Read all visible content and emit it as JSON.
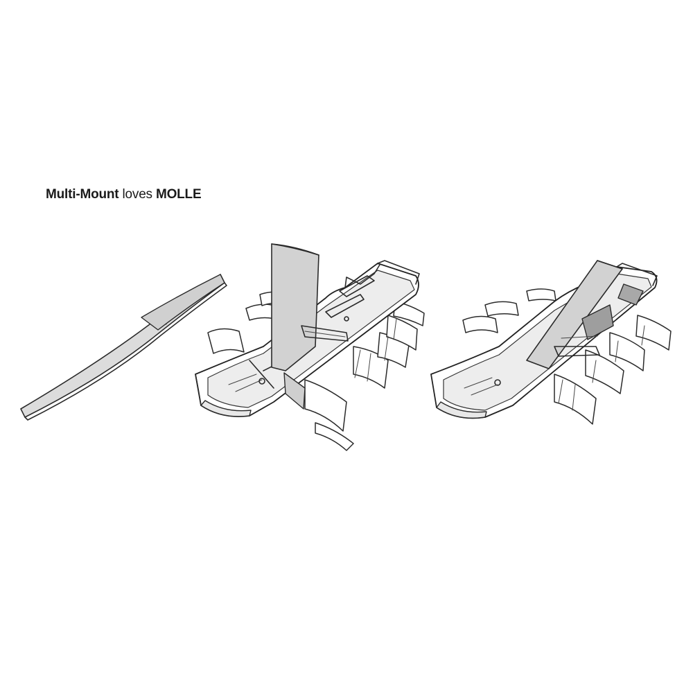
{
  "headline": {
    "part1": "Multi-Mount",
    "part2": " loves ",
    "part3": "MOLLE"
  },
  "illustrations": [
    {
      "icon": "strap-icon"
    },
    {
      "icon": "mount-strap-threading-icon"
    },
    {
      "icon": "mount-strap-fastened-icon"
    }
  ],
  "colors": {
    "strap": "#dcdcdc",
    "line": "#2a2a2a",
    "background": "#ffffff"
  }
}
